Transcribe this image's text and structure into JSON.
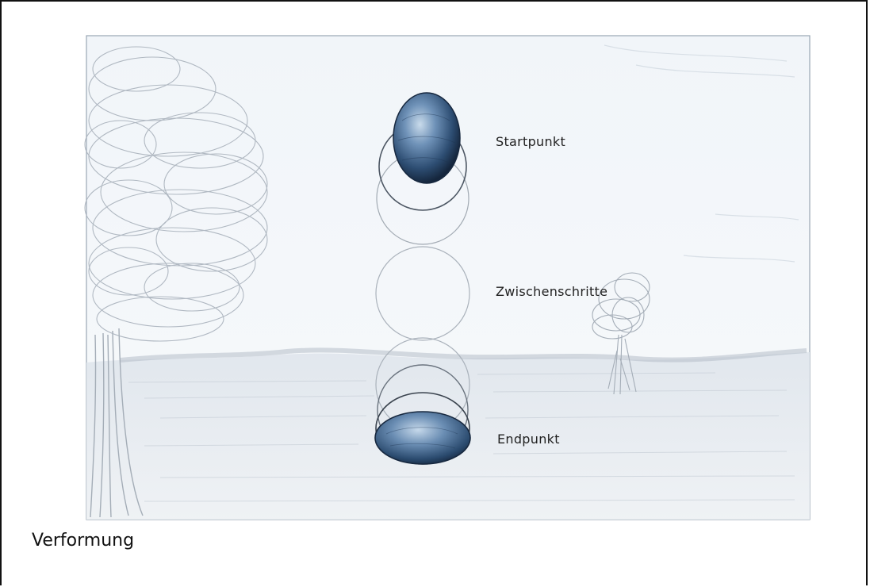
{
  "labels": {
    "start": "Startpunkt",
    "intermediate": "Zwischenschritte",
    "end": "Endpunkt"
  },
  "caption": "Verformung",
  "colors": {
    "ball_dark": "#1f3a5a",
    "ball_mid": "#5a7fa8",
    "ball_light": "#b9cfe4",
    "pencil": "#9aa6b4",
    "sky_tint": "#eef3f8",
    "ground_tint": "#e9edf2"
  }
}
